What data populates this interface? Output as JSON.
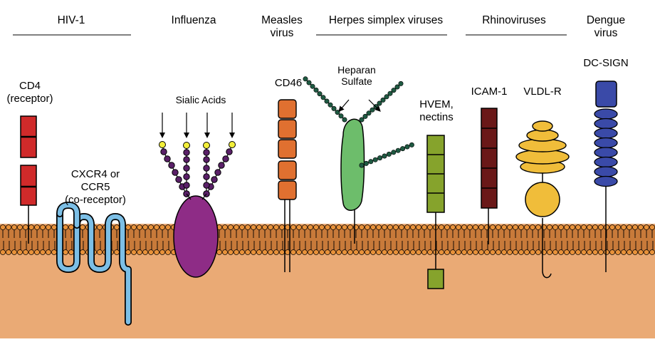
{
  "headers": {
    "hiv": "HIV-1",
    "influenza": "Influenza",
    "measles": "Measles\nvirus",
    "herpes": "Herpes simplex viruses",
    "rhino": "Rhinoviruses",
    "dengue": "Dengue\nvirus"
  },
  "labels": {
    "cd4": "CD4\n(receptor)",
    "coreceptor": "CXCR4 or\nCCR5\n(co-receptor)",
    "sialic": "Sialic Acids",
    "cd46": "CD46",
    "heparan": "Heparan\nSulfate",
    "hvem": "HVEM,\nnectins",
    "icam": "ICAM-1",
    "vldlr": "VLDL-R",
    "dcsign": "DC-SIGN"
  },
  "colors": {
    "cytoplasm": "#eaaa75",
    "membrane_head": "#e8923a",
    "cd4": "#d02a2a",
    "coreceptor": "#7cbfe6",
    "glycoprotein": "#8e2c86",
    "sialic_chain": "#5a2068",
    "sialic_tip": "#f2ef3a",
    "cd46": "#e07030",
    "heparan_core": "#6dbd6b",
    "heparan_chain": "#1f5a42",
    "hvem": "#86a32c",
    "icam": "#6a1818",
    "vldlr": "#f0bd3a",
    "dcsign": "#3a4aa8"
  }
}
